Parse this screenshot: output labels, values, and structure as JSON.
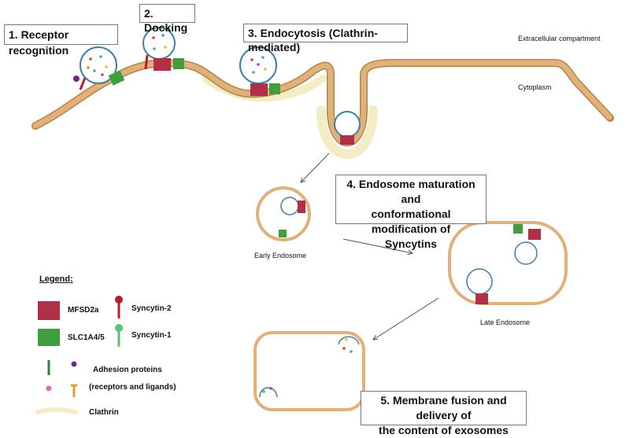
{
  "steps": {
    "s1": "1. Receptor recognition",
    "s2": "2. Docking",
    "s3": "3. Endocytosis (Clathrin-mediated)",
    "s4_line1": "4. Endosome maturation and",
    "s4_line2": "conformational modification of",
    "s4_line3": "Syncytins",
    "s5_line1": "5. Membrane fusion and delivery of",
    "s5_line2": "the content of exosomes"
  },
  "compartments": {
    "extracellular": "Extracellular compartment",
    "cytoplasm": "Cytoplasm"
  },
  "organelles": {
    "early": "Early Endosome",
    "late": "Late Endosome"
  },
  "legend": {
    "title": "Legend:",
    "mfsd2a": "MFSD2a",
    "syncytin2": "Syncytin-2",
    "slc1a4": "SLC1A4/5",
    "syncytin1": "Syncytin-1",
    "adhesion_line1": "Adhesion proteins",
    "adhesion_line2": "(receptors and ligands)",
    "clathrin": "Clathrin"
  },
  "colors": {
    "membrane": "#e0b17a",
    "membrane_dark": "#b98546",
    "exosome": "#3f7f9f",
    "mfsd2a": "#b03048",
    "slc": "#3f9f3f",
    "syncytin2": "#b51d2a",
    "syncytin1": "#5fc07a",
    "clathrin": "#f3ecc4",
    "adhesion_green": "#2f7f3a",
    "adhesion_purple": "#6a2a8a",
    "adhesion_pink": "#e06ab8",
    "adhesion_orange": "#e0a030"
  }
}
